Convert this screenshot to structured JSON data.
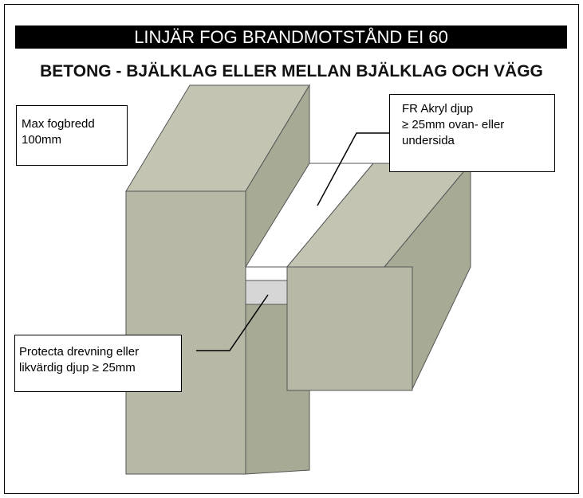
{
  "title": "LINJÄR FOG BRANDMOTSTÅND EI 60",
  "subtitle": "BETONG - BJÄLKLAG ELLER MELLAN BJÄLKLAG OCH VÄGG",
  "labels": {
    "max_width": {
      "line1": "Max fogbredd",
      "line2": "100mm"
    },
    "acryl": {
      "line1": "FR Akryl djup",
      "line2": "≥ 25mm ovan- eller",
      "line3": "undersida"
    },
    "protecta": {
      "line1": "Protecta drevning eller",
      "line2": "likvärdig djup ≥ 25mm"
    }
  },
  "colors": {
    "concrete_front": "#b7b9a6",
    "concrete_side": "#a7aa94",
    "concrete_top": "#c3c5b2",
    "sealant": "#ffffff",
    "backer": "#d6d6d6"
  }
}
